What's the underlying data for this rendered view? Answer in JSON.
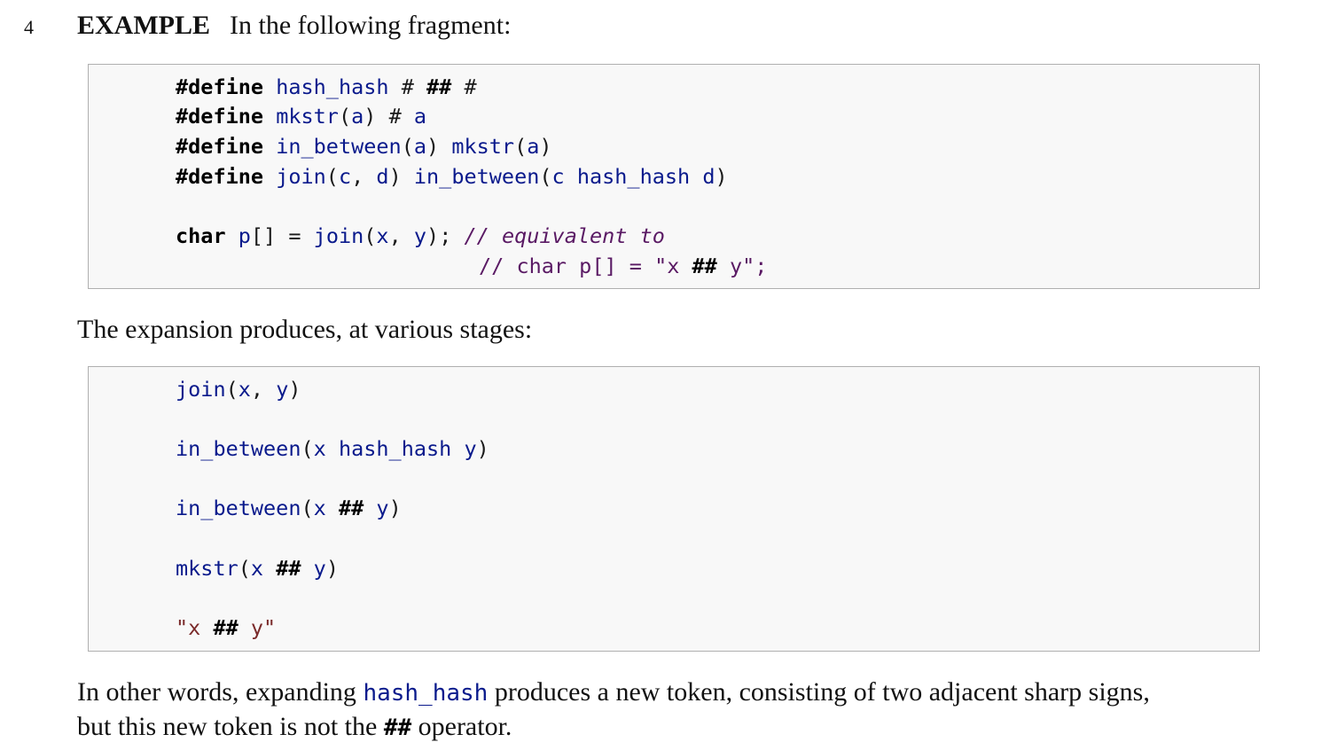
{
  "paragraph_number": "4",
  "intro": {
    "keyword": "EXAMPLE",
    "text": "In the following fragment:"
  },
  "code_block_1": {
    "line1": {
      "kw": "#define",
      "name": "hash_hash",
      "op1": "#",
      "op2": "##",
      "op3": "#"
    },
    "line2": {
      "kw": "#define",
      "name": "mkstr",
      "lp": "(",
      "arg": "a",
      "rp": ")",
      "op": "#",
      "arg2": "a"
    },
    "line3": {
      "kw": "#define",
      "name": "in_between",
      "lp": "(",
      "arg": "a",
      "rp": ")",
      "call": "mkstr",
      "lp2": "(",
      "arg2": "a",
      "rp2": ")"
    },
    "line4": {
      "kw": "#define",
      "name": "join",
      "lp": "(",
      "a1": "c",
      "comma": ",",
      "a2": "d",
      "rp": ")",
      "call": "in_between",
      "lp2": "(",
      "b1": "c",
      "b2": "hash_hash",
      "b3": "d",
      "rp2": ")"
    },
    "line5": {
      "kw": "char",
      "name": "p",
      "br": "[]",
      "eq": "=",
      "call": "join",
      "lp": "(",
      "a1": "x",
      "comma": ",",
      "a2": "y",
      "rp": ")",
      "semi": ";",
      "comment": "// equivalent to"
    },
    "line6": {
      "c1": "// char p[] = \"x ",
      "op": "##",
      "c2": " y\";"
    }
  },
  "stages_text": "The expansion produces, at various stages:",
  "code_block_2": {
    "stage1": {
      "call": "join",
      "lp": "(",
      "a1": "x",
      "comma": ",",
      "a2": "y",
      "rp": ")"
    },
    "stage2": {
      "call": "in_between",
      "lp": "(",
      "a1": "x",
      "a2": "hash_hash",
      "a3": "y",
      "rp": ")"
    },
    "stage3": {
      "call": "in_between",
      "lp": "(",
      "a1": "x",
      "op": "##",
      "a3": "y",
      "rp": ")"
    },
    "stage4": {
      "call": "mkstr",
      "lp": "(",
      "a1": "x",
      "op": "##",
      "a3": "y",
      "rp": ")"
    },
    "stage5": {
      "s1": "\"x ",
      "op": "##",
      "s2": " y\""
    }
  },
  "closing": {
    "line1_before": "In other words, expanding ",
    "line1_code": "hash_hash",
    "line1_after": " produces a new token, consisting of two adjacent sharp signs,",
    "line2_before": "but this new token is not the ",
    "line2_code": "##",
    "line2_after": " operator."
  }
}
